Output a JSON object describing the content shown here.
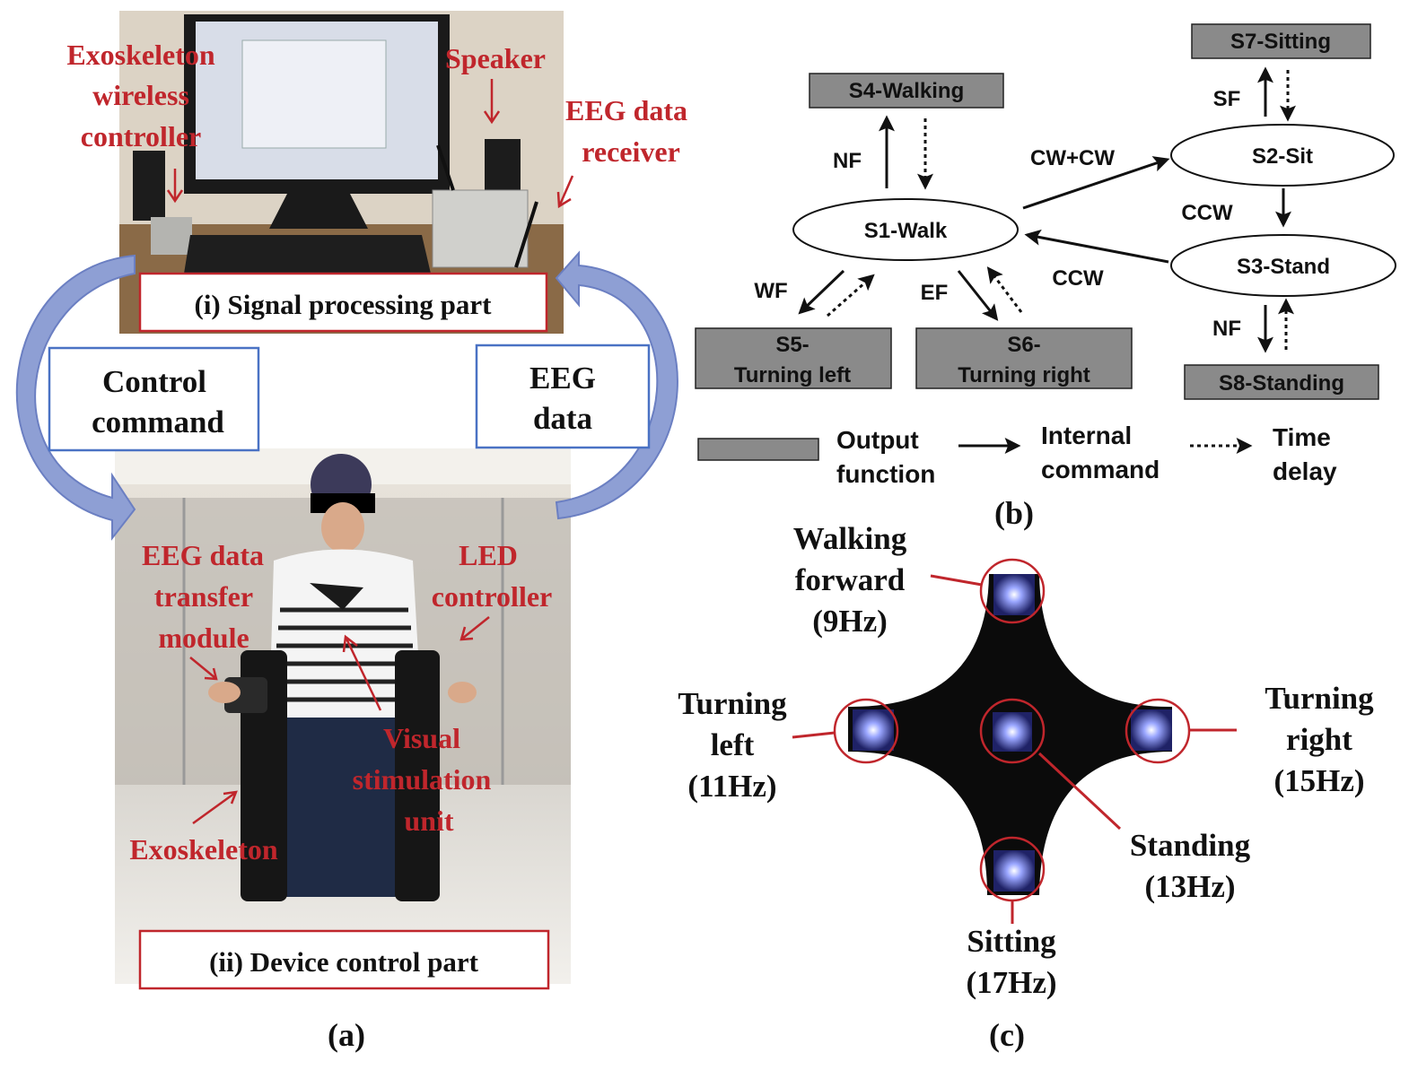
{
  "panel_a": {
    "caption": "(a)",
    "top_box": "(i) Signal processing part",
    "bottom_box": "(ii) Device control part",
    "left_arrow_label": [
      "Control",
      "command"
    ],
    "right_arrow_label": [
      "EEG",
      "data"
    ],
    "top_labels": {
      "exo_controller": [
        "Exoskeleton",
        "wireless",
        "controller"
      ],
      "speaker": "Speaker",
      "eeg_receiver": [
        "EEG data",
        "receiver"
      ]
    },
    "bottom_labels": {
      "transfer_module": [
        "EEG data",
        "transfer",
        "module"
      ],
      "led_controller": [
        "LED",
        "controller"
      ],
      "visual_unit": [
        "Visual",
        "stimulation",
        "unit"
      ],
      "exoskeleton": "Exoskeleton"
    },
    "colors": {
      "label_red": "#c0262c",
      "box_border_red": "#c0262c",
      "box_border_blue": "#4a72c4",
      "arrow_fill": "#8e9fd4"
    }
  },
  "panel_b": {
    "caption": "(b)",
    "states": {
      "s1": "S1-Walk",
      "s2": "S2-Sit",
      "s3": "S3-Stand",
      "s4": "S4-Walking",
      "s5": [
        "S5-",
        "Turning left"
      ],
      "s6": [
        "S6-",
        "Turning right"
      ],
      "s7": "S7-Sitting",
      "s8": "S8-Standing"
    },
    "edges": {
      "nf_top": "NF",
      "cw_cw": "CW+CW",
      "sf": "SF",
      "ccw_down": "CCW",
      "ccw_back": "CCW",
      "wf": "WF",
      "ef": "EF",
      "nf_bottom": "NF"
    },
    "legend": {
      "output": [
        "Output",
        "function"
      ],
      "internal": [
        "Internal",
        "command"
      ],
      "delay": [
        "Time",
        "delay"
      ]
    },
    "colors": {
      "box_fill": "#8a8a8a"
    }
  },
  "panel_c": {
    "caption": "(c)",
    "labels": {
      "forward": [
        "Walking",
        "forward",
        "(9Hz)"
      ],
      "left": [
        "Turning",
        "left",
        "(11Hz)"
      ],
      "right": [
        "Turning",
        "right",
        "(15Hz)"
      ],
      "standing": [
        "Standing",
        "(13Hz)"
      ],
      "sitting": [
        "Sitting",
        "(17Hz)"
      ]
    },
    "colors": {
      "circle_red": "#c0262c",
      "led_blue": "#3a3f8a"
    }
  }
}
